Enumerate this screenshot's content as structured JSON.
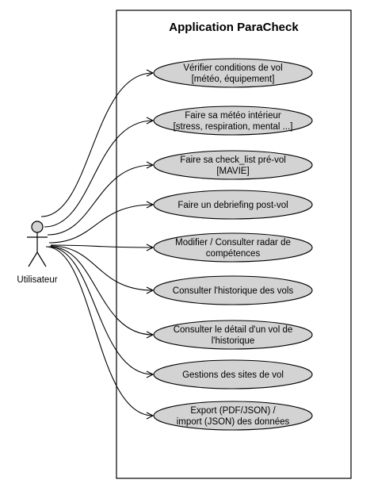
{
  "system": {
    "title": "Application ParaCheck"
  },
  "actor": {
    "label": "Utilisateur"
  },
  "use_cases": [
    {
      "lines": [
        "Vérifier conditions de vol",
        "[météo, équipement]"
      ]
    },
    {
      "lines": [
        "Faire sa météo intérieur",
        "[stress, respiration, mental ...]"
      ]
    },
    {
      "lines": [
        "Faire sa check_list pré-vol",
        "[MAVIE]"
      ]
    },
    {
      "lines": [
        "Faire un debriefing post-vol"
      ]
    },
    {
      "lines": [
        "Modifier / Consulter radar de",
        "compétences"
      ]
    },
    {
      "lines": [
        "Consulter l'historique des vols"
      ]
    },
    {
      "lines": [
        "Consulter le détail d'un vol de",
        "l'historique"
      ]
    },
    {
      "lines": [
        "Gestions des sites de vol"
      ]
    },
    {
      "lines": [
        "Export (PDF/JSON) /",
        "import (JSON) des données"
      ]
    }
  ],
  "colors": {
    "use_case_fill": "#d3d3d3",
    "stroke": "#000000",
    "actor_head_fill": "#d3d3d3"
  }
}
